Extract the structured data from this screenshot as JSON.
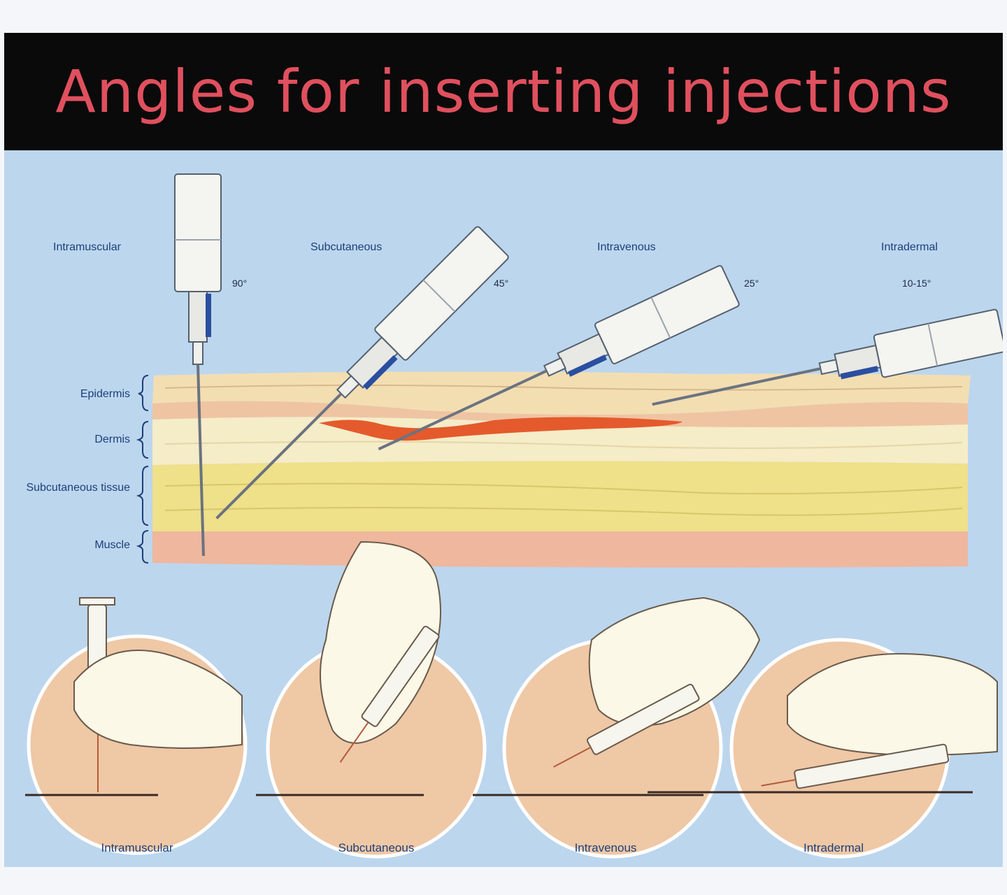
{
  "title": "Angles for inserting injections",
  "injection_types": [
    {
      "name": "Intramuscular",
      "angle": "90°"
    },
    {
      "name": "Subcutaneous",
      "angle": "45°"
    },
    {
      "name": "Intravenous",
      "angle": "25°"
    },
    {
      "name": "Intradermal",
      "angle": "10-15°"
    }
  ],
  "layers": [
    "Epidermis",
    "Dermis",
    "Subcutaneous tissue",
    "Muscle"
  ],
  "captions": [
    "Intramuscular",
    "Subcutaneous",
    "Intravenous",
    "Intradermal"
  ],
  "colors": {
    "title": "#e0505e",
    "background": "#bcd6ee",
    "labels": "#1d3f7a",
    "skin": "#f2dcb0",
    "dermis": "#f5e6c2",
    "fat": "#efe08a",
    "muscle": "#eeb79e",
    "vein": "#e45a2c",
    "circle": "#efc8a6"
  }
}
